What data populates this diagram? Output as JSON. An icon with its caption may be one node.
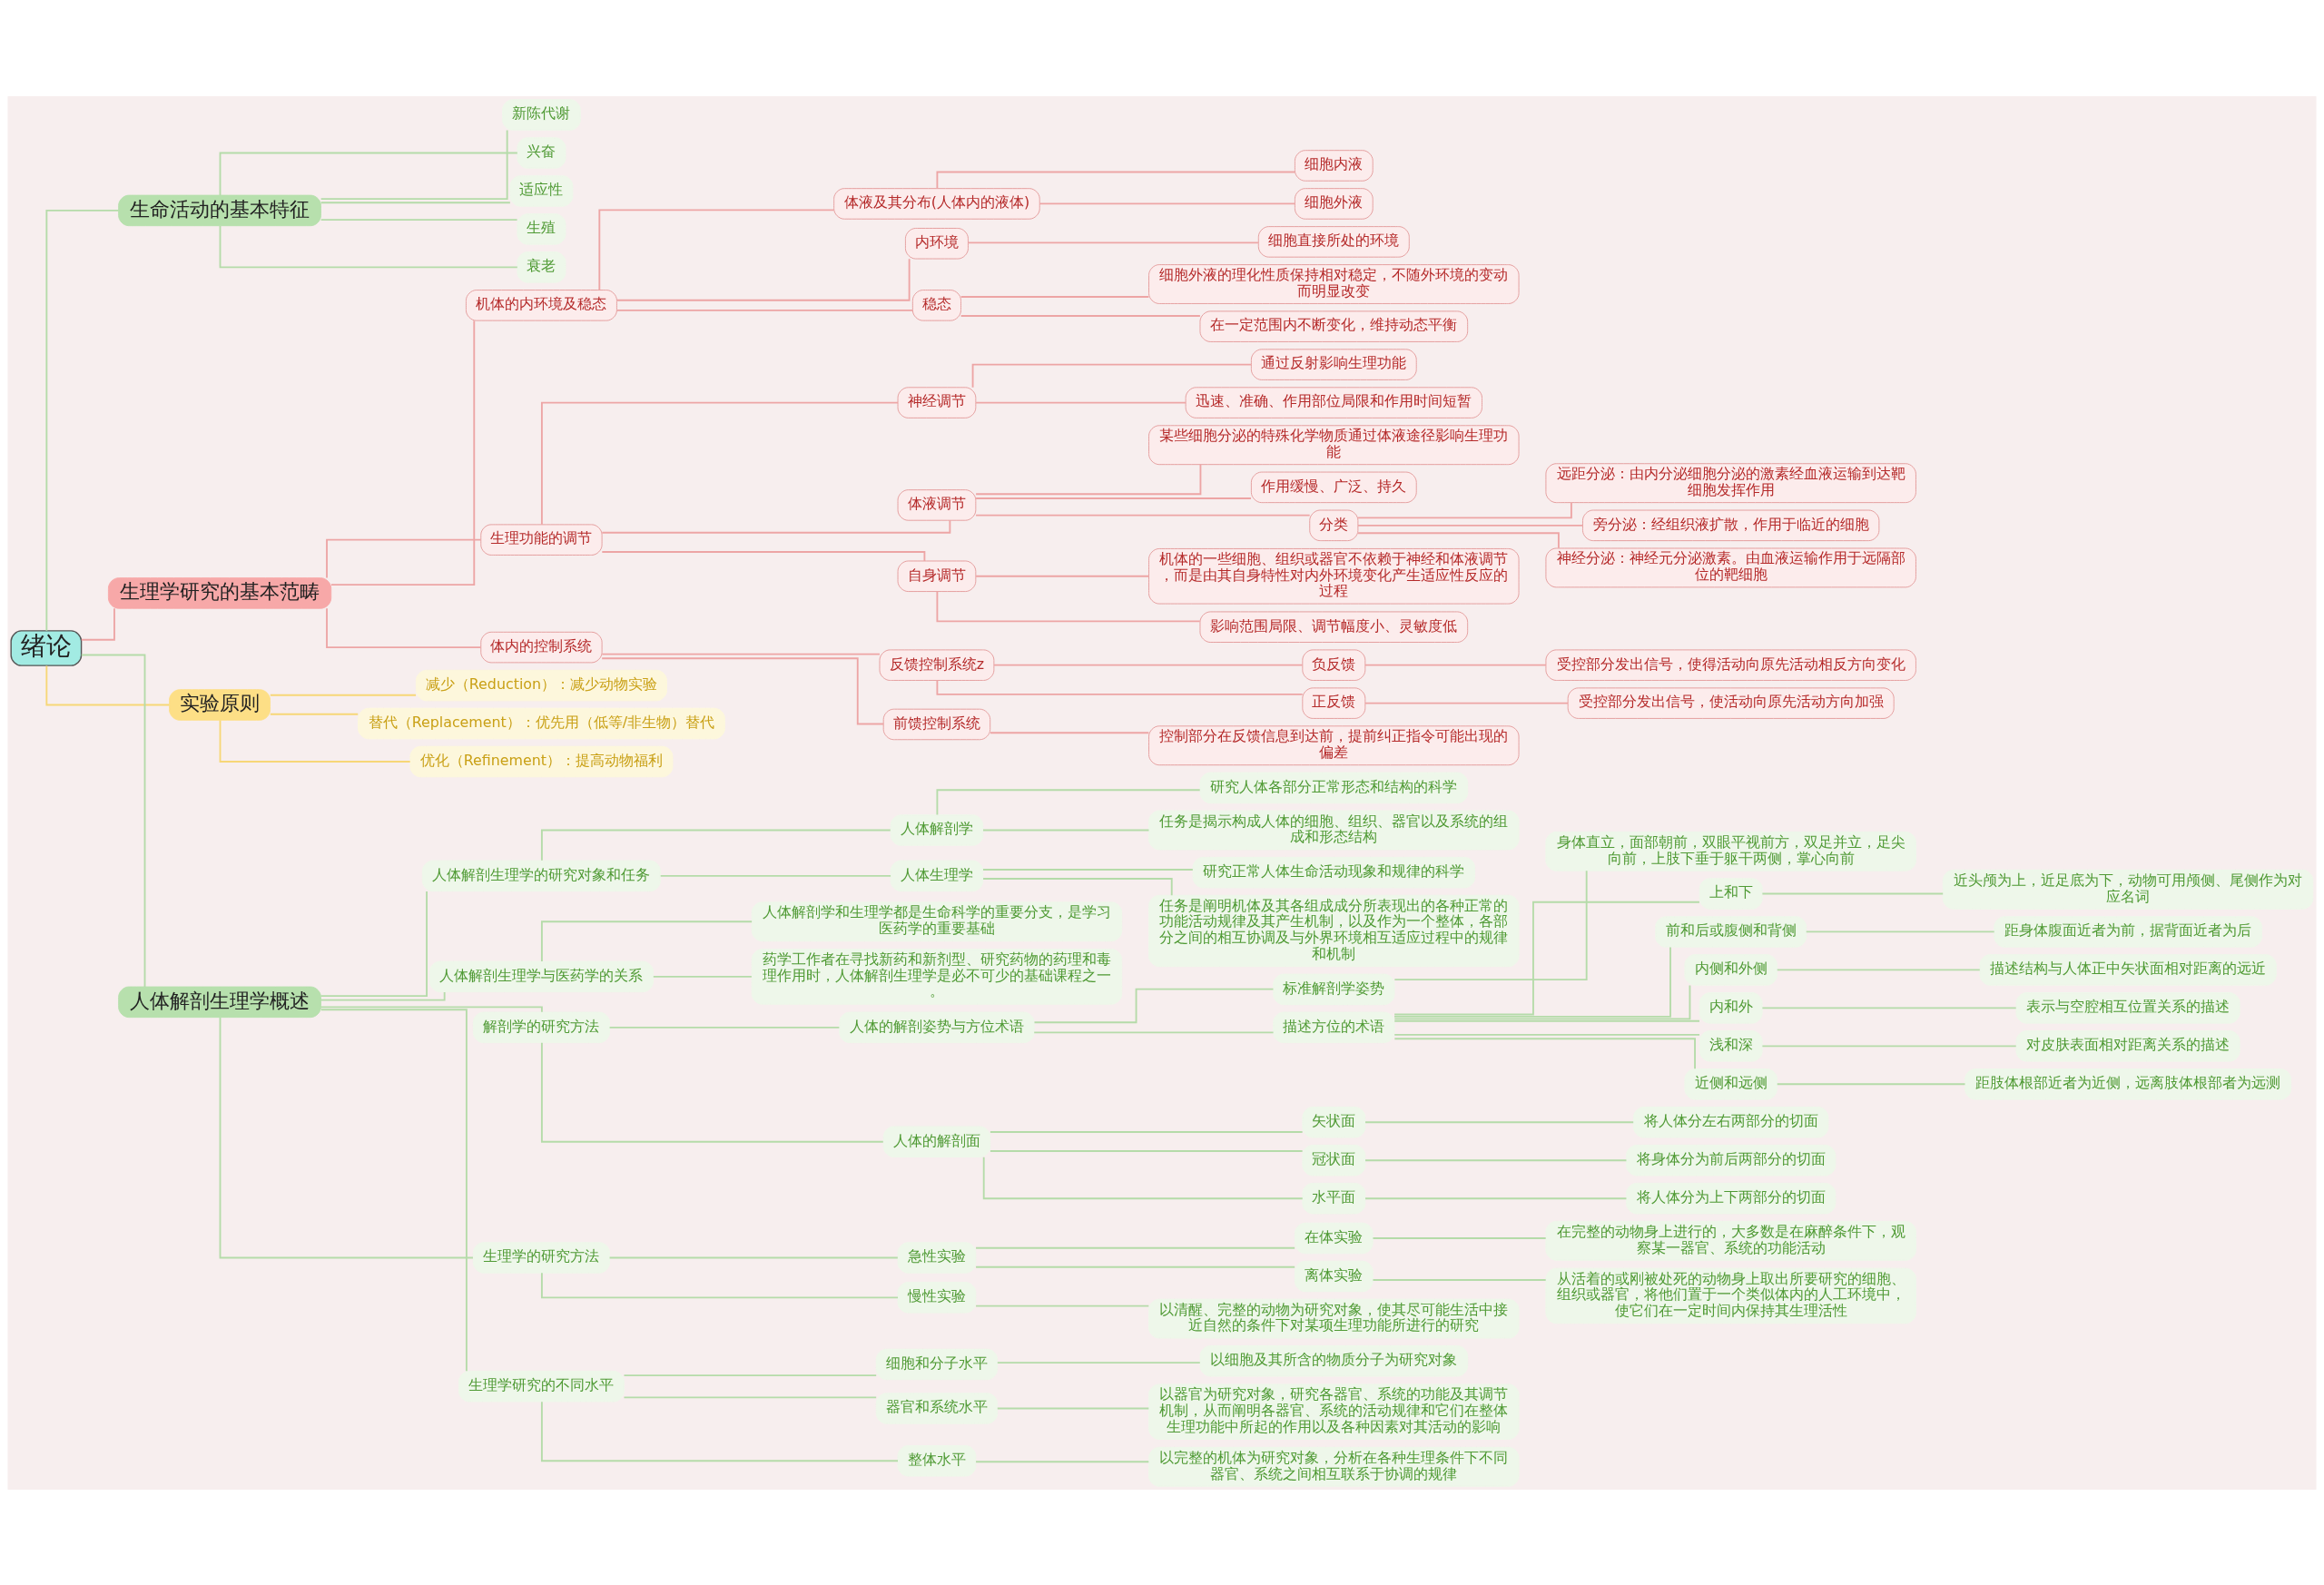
{
  "diagram": {
    "nodes": [
      {
        "text": [
          "绪论"
        ]
      },
      {
        "text": [
          "生命活动的基本特征"
        ]
      },
      {
        "text": [
          "新陈代谢"
        ]
      },
      {
        "text": [
          "兴奋"
        ]
      },
      {
        "text": [
          "适应性"
        ]
      },
      {
        "text": [
          "生殖"
        ]
      },
      {
        "text": [
          "衰老"
        ]
      },
      {
        "text": [
          "生理学研究的基本范畴"
        ]
      },
      {
        "text": [
          "机体的内环境及稳态"
        ]
      },
      {
        "text": [
          "体液及其分布(人体内的液体)"
        ]
      },
      {
        "text": [
          "细胞内液"
        ]
      },
      {
        "text": [
          "细胞外液"
        ]
      },
      {
        "text": [
          "内环境"
        ]
      },
      {
        "text": [
          "细胞直接所处的环境"
        ]
      },
      {
        "text": [
          "稳态"
        ]
      },
      {
        "text": [
          "细胞外液的理化性质保持相对稳定，不随外环境的变动而明显改变"
        ]
      },
      {
        "text": [
          "在一定范围内不断变化，维持动态平衡"
        ]
      },
      {
        "text": [
          "生理功能的调节"
        ]
      },
      {
        "text": [
          "神经调节"
        ]
      },
      {
        "text": [
          "通过反射影响生理功能"
        ]
      },
      {
        "text": [
          "迅速、准确、作用部位局限和作用时间短暂"
        ]
      },
      {
        "text": [
          "体液调节"
        ]
      },
      {
        "text": [
          "某些细胞分泌的特殊化学物质通过体液途径影响生理功能"
        ]
      },
      {
        "text": [
          "作用缓慢、广泛、持久"
        ]
      },
      {
        "text": [
          "分类"
        ]
      },
      {
        "text": [
          "远距分泌：由内分泌细胞分泌的激素经血液运输到达靶细胞发挥作用"
        ]
      },
      {
        "text": [
          "旁分泌：经组织液扩散，作用于临近的细胞"
        ]
      },
      {
        "text": [
          "神经分泌：神经元分泌激素。由血液运输作用于远隔部位的靶细胞"
        ]
      },
      {
        "text": [
          "自身调节"
        ]
      },
      {
        "text": [
          "机体的一些细胞、组织或器官不依赖于神经和体液调节，而是由其自身特性对内外环境变化产生适应性反应的过程"
        ]
      },
      {
        "text": [
          "影响范围局限、调节幅度小、灵敏度低"
        ]
      },
      {
        "text": [
          "体内的控制系统"
        ]
      },
      {
        "text": [
          "反馈控制系统z"
        ]
      },
      {
        "text": [
          "负反馈"
        ]
      },
      {
        "text": [
          "受控部分发出信号，使得活动向原先活动相反方向变化"
        ]
      },
      {
        "text": [
          "正反馈"
        ]
      },
      {
        "text": [
          "受控部分发出信号，使活动向原先活动方向加强"
        ]
      },
      {
        "text": [
          "前馈控制系统"
        ]
      },
      {
        "text": [
          "控制部分在反馈信息到达前，提前纠正指令可能出现的偏差"
        ]
      },
      {
        "text": [
          "实验原则"
        ]
      },
      {
        "text": [
          "减少（Reduction）：减少动物实验"
        ]
      },
      {
        "text": [
          "替代（Replacement）：优先用（低等/非生物）替代"
        ]
      },
      {
        "text": [
          "优化（Refinement）：提高动物福利"
        ]
      },
      {
        "text": [
          "人体解剖生理学概述"
        ]
      },
      {
        "text": [
          "人体解剖生理学的研究对象和任务"
        ]
      },
      {
        "text": [
          "人体解剖学"
        ]
      },
      {
        "text": [
          "研究人体各部分正常形态和结构的科学"
        ]
      },
      {
        "text": [
          "任务是揭示构成人体的细胞、组织、器官以及系统的组成和形态结构"
        ]
      },
      {
        "text": [
          "人体生理学"
        ]
      },
      {
        "text": [
          "研究正常人体生命活动现象和规律的科学"
        ]
      },
      {
        "text": [
          "任务是阐明机体及其各组成成分所表现出的各种正常的功能活动规律及其产生机制，以及作为一个整体，各部分之间的相互协调及与外界环境相互适应过程中的规律和机制"
        ]
      },
      {
        "text": [
          "人体解剖生理学与医药学的关系"
        ]
      },
      {
        "text": [
          "人体解剖学和生理学都是生命科学的重要分支，是学习医药学的重要基础"
        ]
      },
      {
        "text": [
          "药学工作者在寻找新药和新剂型、研究药物的药理和毒理作用时，人体解剖生理学是必不可少的基础课程之一。"
        ]
      },
      {
        "text": [
          "解剖学的研究方法"
        ]
      },
      {
        "text": [
          "人体的解剖姿势与方位术语"
        ]
      },
      {
        "text": [
          "标准解剖学姿势"
        ]
      },
      {
        "text": [
          "身体直立，面部朝前，双眼平视前方，双足并立，足尖向前，上肢下垂于躯干两侧，掌心向前"
        ]
      },
      {
        "text": [
          "描述方位的术语"
        ]
      },
      {
        "text": [
          "上和下"
        ]
      },
      {
        "text": [
          "近头颅为上，近足底为下，动物可用颅侧、尾侧作为对应名词"
        ]
      },
      {
        "text": [
          "前和后或腹侧和背侧"
        ]
      },
      {
        "text": [
          "距身体腹面近者为前，据背面近者为后"
        ]
      },
      {
        "text": [
          "内侧和外侧"
        ]
      },
      {
        "text": [
          "描述结构与人体正中矢状面相对距离的远近"
        ]
      },
      {
        "text": [
          "内和外"
        ]
      },
      {
        "text": [
          "表示与空腔相互位置关系的描述"
        ]
      },
      {
        "text": [
          "浅和深"
        ]
      },
      {
        "text": [
          "对皮肤表面相对距离关系的描述"
        ]
      },
      {
        "text": [
          "近侧和远侧"
        ]
      },
      {
        "text": [
          "距肢体根部近者为近侧，远离肢体根部者为远测"
        ]
      },
      {
        "text": [
          "人体的解剖面"
        ]
      },
      {
        "text": [
          "矢状面"
        ]
      },
      {
        "text": [
          "将人体分左右两部分的切面"
        ]
      },
      {
        "text": [
          "冠状面"
        ]
      },
      {
        "text": [
          "将身体分为前后两部分的切面"
        ]
      },
      {
        "text": [
          "水平面"
        ]
      },
      {
        "text": [
          "将人体分为上下两部分的切面"
        ]
      },
      {
        "text": [
          "生理学的研究方法"
        ]
      },
      {
        "text": [
          "急性实验"
        ]
      },
      {
        "text": [
          "在体实验"
        ]
      },
      {
        "text": [
          "在完整的动物身上进行的，大多数是在麻醉条件下，观察某一器官、系统的功能活动"
        ]
      },
      {
        "text": [
          "离体实验"
        ]
      },
      {
        "text": [
          "从活着的或刚被处死的动物身上取出所要研究的细胞、组织或器官，将他们置于一个类似体内的人工环境中，使它们在一定时间内保持其生理活性"
        ]
      },
      {
        "text": [
          "慢性实验"
        ]
      },
      {
        "text": [
          "以清醒、完整的动物为研究对象，使其尽可能生活中接近自然的条件下对某项生理功能所进行的研究"
        ]
      },
      {
        "text": [
          "生理学研究的不同水平"
        ]
      },
      {
        "text": [
          "细胞和分子水平"
        ]
      },
      {
        "text": [
          "以细胞及其所含的物质分子为研究对象"
        ]
      },
      {
        "text": [
          "器官和系统水平"
        ]
      },
      {
        "text": [
          "以器官为研究对象，研究各器官、系统的功能及其调节机制，从而阐明各器官、系统的活动规律和它们在整体生理功能中所起的作用以及各种因素对其活动的影响"
        ]
      },
      {
        "text": [
          "整体水平"
        ]
      },
      {
        "text": [
          "以完整的机体为研究对象，分析在各种生理条件下不同器官、系统之间相互联系于协调的规律"
        ]
      }
    ],
    "edges": [
      {
        "from": 0,
        "to": 1,
        "arrow": "none"
      },
      {
        "from": 1,
        "to": 2,
        "arrow": "none"
      },
      {
        "from": 1,
        "to": 3,
        "arrow": "none"
      },
      {
        "from": 1,
        "to": 4,
        "arrow": "none"
      },
      {
        "from": 1,
        "to": 5,
        "arrow": "none"
      },
      {
        "from": 1,
        "to": 6,
        "arrow": "none"
      },
      {
        "from": 0,
        "to": 7,
        "arrow": "none",
        "color": "#eda5a5"
      },
      {
        "from": 7,
        "to": 8,
        "arrow": "none",
        "color": "#eda5a5"
      },
      {
        "from": 8,
        "to": 9,
        "arrow": "none",
        "color": "#eda5a5"
      },
      {
        "from": 9,
        "to": 10,
        "arrow": "none",
        "color": "#eda5a5"
      },
      {
        "from": 9,
        "to": 11,
        "arrow": "none",
        "color": "#eda5a5"
      },
      {
        "from": 8,
        "to": 12,
        "arrow": "none",
        "color": "#eda5a5"
      },
      {
        "from": 12,
        "to": 13,
        "arrow": "none",
        "color": "#eda5a5"
      },
      {
        "from": 8,
        "to": 14,
        "arrow": "none",
        "color": "#eda5a5"
      },
      {
        "from": 14,
        "to": 15,
        "arrow": "none",
        "color": "#eda5a5"
      },
      {
        "from": 14,
        "to": 16,
        "arrow": "none",
        "color": "#eda5a5"
      },
      {
        "from": 7,
        "to": 17,
        "arrow": "none",
        "color": "#eda5a5"
      },
      {
        "from": 17,
        "to": 18,
        "arrow": "none",
        "color": "#eda5a5"
      },
      {
        "from": 18,
        "to": 19,
        "arrow": "none",
        "color": "#eda5a5"
      },
      {
        "from": 18,
        "to": 20,
        "arrow": "none",
        "color": "#eda5a5"
      },
      {
        "from": 17,
        "to": 21,
        "arrow": "none",
        "color": "#eda5a5"
      },
      {
        "from": 21,
        "to": 22,
        "arrow": "none",
        "color": "#eda5a5"
      },
      {
        "from": 21,
        "to": 23,
        "arrow": "none",
        "color": "#eda5a5"
      },
      {
        "from": 21,
        "to": 24,
        "arrow": "none",
        "color": "#eda5a5"
      },
      {
        "from": 24,
        "to": 25,
        "arrow": "none",
        "color": "#eda5a5"
      },
      {
        "from": 24,
        "to": 26,
        "arrow": "none",
        "color": "#eda5a5"
      },
      {
        "from": 24,
        "to": 27,
        "arrow": "none",
        "color": "#eda5a5"
      },
      {
        "from": 17,
        "to": 28,
        "arrow": "none",
        "color": "#eda5a5"
      },
      {
        "from": 28,
        "to": 29,
        "arrow": "none",
        "color": "#eda5a5"
      },
      {
        "from": 28,
        "to": 30,
        "arrow": "none",
        "color": "#eda5a5"
      },
      {
        "from": 7,
        "to": 31,
        "arrow": "none",
        "color": "#eda5a5"
      },
      {
        "from": 31,
        "to": 32,
        "arrow": "none",
        "color": "#eda5a5"
      },
      {
        "from": 32,
        "to": 33,
        "arrow": "none",
        "color": "#eda5a5"
      },
      {
        "from": 33,
        "to": 34,
        "arrow": "none",
        "color": "#eda5a5"
      },
      {
        "from": 32,
        "to": 35,
        "arrow": "none",
        "color": "#eda5a5"
      },
      {
        "from": 35,
        "to": 36,
        "arrow": "none",
        "color": "#eda5a5"
      },
      {
        "from": 31,
        "to": 37,
        "arrow": "none",
        "color": "#eda5a5"
      },
      {
        "from": 37,
        "to": 38,
        "arrow": "none",
        "color": "#eda5a5"
      },
      {
        "from": 0,
        "to": 39,
        "arrow": "none",
        "color": "#f7d777"
      },
      {
        "from": 39,
        "to": 40,
        "arrow": "none",
        "color": "#f7d777"
      },
      {
        "from": 39,
        "to": 41,
        "arrow": "none",
        "color": "#f7d777"
      },
      {
        "from": 39,
        "to": 42,
        "arrow": "none",
        "color": "#f7d777"
      },
      {
        "from": 0,
        "to": 43,
        "arrow": "none"
      },
      {
        "from": 43,
        "to": 44,
        "arrow": "none"
      },
      {
        "from": 44,
        "to": 45,
        "arrow": "none"
      },
      {
        "from": 45,
        "to": 46,
        "arrow": "none"
      },
      {
        "from": 45,
        "to": 47,
        "arrow": "none"
      },
      {
        "from": 44,
        "to": 48,
        "arrow": "none"
      },
      {
        "from": 48,
        "to": 49,
        "arrow": "none"
      },
      {
        "from": 48,
        "to": 50,
        "arrow": "none"
      },
      {
        "from": 43,
        "to": 51,
        "arrow": "none"
      },
      {
        "from": 51,
        "to": 52,
        "arrow": "none"
      },
      {
        "from": 51,
        "to": 53,
        "arrow": "none"
      },
      {
        "from": 43,
        "to": 54,
        "arrow": "none"
      },
      {
        "from": 54,
        "to": 55,
        "arrow": "none"
      },
      {
        "from": 55,
        "to": 56,
        "arrow": "none"
      },
      {
        "from": 56,
        "to": 57,
        "arrow": "none"
      },
      {
        "from": 55,
        "to": 58,
        "arrow": "none"
      },
      {
        "from": 58,
        "to": 59,
        "arrow": "none"
      },
      {
        "from": 59,
        "to": 60,
        "arrow": "none"
      },
      {
        "from": 58,
        "to": 61,
        "arrow": "none"
      },
      {
        "from": 61,
        "to": 62,
        "arrow": "none"
      },
      {
        "from": 58,
        "to": 63,
        "arrow": "none"
      },
      {
        "from": 63,
        "to": 64,
        "arrow": "none"
      },
      {
        "from": 58,
        "to": 65,
        "arrow": "none"
      },
      {
        "from": 65,
        "to": 66,
        "arrow": "none"
      },
      {
        "from": 58,
        "to": 67,
        "arrow": "none"
      },
      {
        "from": 67,
        "to": 68,
        "arrow": "none"
      },
      {
        "from": 58,
        "to": 69,
        "arrow": "none"
      },
      {
        "from": 69,
        "to": 70,
        "arrow": "none"
      },
      {
        "from": 54,
        "to": 71,
        "arrow": "none"
      },
      {
        "from": 71,
        "to": 72,
        "arrow": "none"
      },
      {
        "from": 72,
        "to": 73,
        "arrow": "none"
      },
      {
        "from": 71,
        "to": 74,
        "arrow": "none"
      },
      {
        "from": 74,
        "to": 75,
        "arrow": "none"
      },
      {
        "from": 71,
        "to": 76,
        "arrow": "none"
      },
      {
        "from": 76,
        "to": 77,
        "arrow": "none"
      },
      {
        "from": 43,
        "to": 78,
        "arrow": "none"
      },
      {
        "from": 78,
        "to": 79,
        "arrow": "none"
      },
      {
        "from": 79,
        "to": 80,
        "arrow": "none"
      },
      {
        "from": 80,
        "to": 81,
        "arrow": "none"
      },
      {
        "from": 79,
        "to": 82,
        "arrow": "none"
      },
      {
        "from": 82,
        "to": 83,
        "arrow": "none"
      },
      {
        "from": 78,
        "to": 84,
        "arrow": "none"
      },
      {
        "from": 84,
        "to": 85,
        "arrow": "none"
      },
      {
        "from": 43,
        "to": 86,
        "arrow": "none"
      },
      {
        "from": 86,
        "to": 87,
        "arrow": "none"
      },
      {
        "from": 87,
        "to": 88,
        "arrow": "none"
      },
      {
        "from": 86,
        "to": 89,
        "arrow": "none"
      },
      {
        "from": 89,
        "to": 90,
        "arrow": "none"
      },
      {
        "from": 86,
        "to": 91,
        "arrow": "none"
      },
      {
        "from": 91,
        "to": 92,
        "arrow": "none"
      }
    ]
  }
}
